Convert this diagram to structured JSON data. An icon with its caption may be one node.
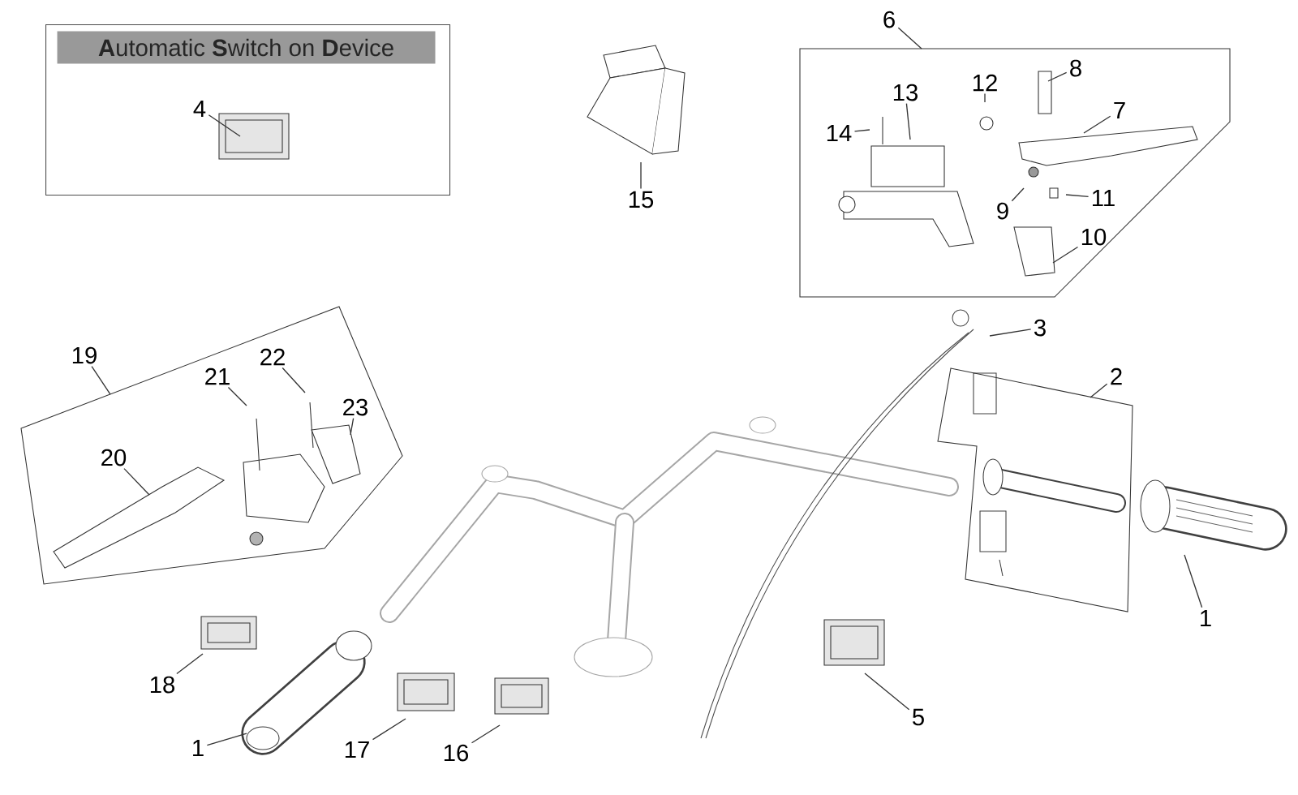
{
  "diagram": {
    "nodes": [
      {
        "text": [
          "**A**utomatic **S**witch on **D**evice"
        ]
      },
      {
        "text": [
          "4"
        ],
        "in": 0
      },
      {
        "text": [
          "15"
        ]
      },
      {
        "text": [
          "6"
        ]
      },
      {
        "text": [],
        "shape": "box"
      },
      {
        "text": [
          "8"
        ],
        "in": 4
      },
      {
        "text": [
          "7"
        ],
        "in": 4
      },
      {
        "text": [
          "13"
        ],
        "in": 4
      },
      {
        "text": [
          "12"
        ],
        "in": 4
      },
      {
        "text": [
          "14"
        ],
        "in": 4
      },
      {
        "text": [
          "9"
        ],
        "in": 4
      },
      {
        "text": [
          "11"
        ],
        "in": 4
      },
      {
        "text": [
          "10"
        ],
        "in": 4
      },
      {
        "text": [
          "19"
        ]
      },
      {
        "text": [],
        "shape": "box"
      },
      {
        "text": [
          "21"
        ],
        "in": 14
      },
      {
        "text": [
          "22"
        ],
        "in": 14
      },
      {
        "text": [
          "23"
        ],
        "in": 14
      },
      {
        "text": [
          "20"
        ],
        "in": 14
      },
      {
        "text": [
          "3"
        ]
      },
      {
        "text": [
          "2"
        ]
      },
      {
        "text": [],
        "shape": "box"
      },
      {
        "text": [
          "1"
        ]
      },
      {
        "text": [
          "18"
        ]
      },
      {
        "text": [
          "1"
        ]
      },
      {
        "text": [
          "17"
        ]
      },
      {
        "text": [
          "16"
        ]
      },
      {
        "text": [
          "5"
        ]
      }
    ],
    "edges": [
      {
        "from": 1,
        "to": null,
        "arrow": "none"
      },
      {
        "from": 2,
        "to": null,
        "arrow": "none"
      },
      {
        "from": 3,
        "to": 4,
        "arrow": "none"
      },
      {
        "from": 5,
        "to": null,
        "arrow": "none"
      },
      {
        "from": 6,
        "to": null,
        "arrow": "none"
      },
      {
        "from": 7,
        "to": null,
        "arrow": "none"
      },
      {
        "from": 8,
        "to": null,
        "arrow": "none"
      },
      {
        "from": 9,
        "to": null,
        "arrow": "none"
      },
      {
        "from": 10,
        "to": null,
        "arrow": "none"
      },
      {
        "from": 11,
        "to": null,
        "arrow": "none"
      },
      {
        "from": 12,
        "to": null,
        "arrow": "none"
      },
      {
        "from": 13,
        "to": 14,
        "arrow": "none"
      },
      {
        "from": 15,
        "to": null,
        "arrow": "none"
      },
      {
        "from": 16,
        "to": null,
        "arrow": "none"
      },
      {
        "from": 17,
        "to": null,
        "arrow": "none"
      },
      {
        "from": 18,
        "to": null,
        "arrow": "none"
      },
      {
        "from": 19,
        "to": null,
        "arrow": "none"
      },
      {
        "from": 20,
        "to": 21,
        "arrow": "none"
      },
      {
        "from": 22,
        "to": null,
        "arrow": "none"
      },
      {
        "from": 23,
        "to": null,
        "arrow": "none"
      },
      {
        "from": 24,
        "to": null,
        "arrow": "none"
      },
      {
        "from": 25,
        "to": null,
        "arrow": "none"
      },
      {
        "from": 26,
        "to": null,
        "arrow": "none"
      },
      {
        "from": 27,
        "to": null,
        "arrow": "none"
      }
    ]
  }
}
